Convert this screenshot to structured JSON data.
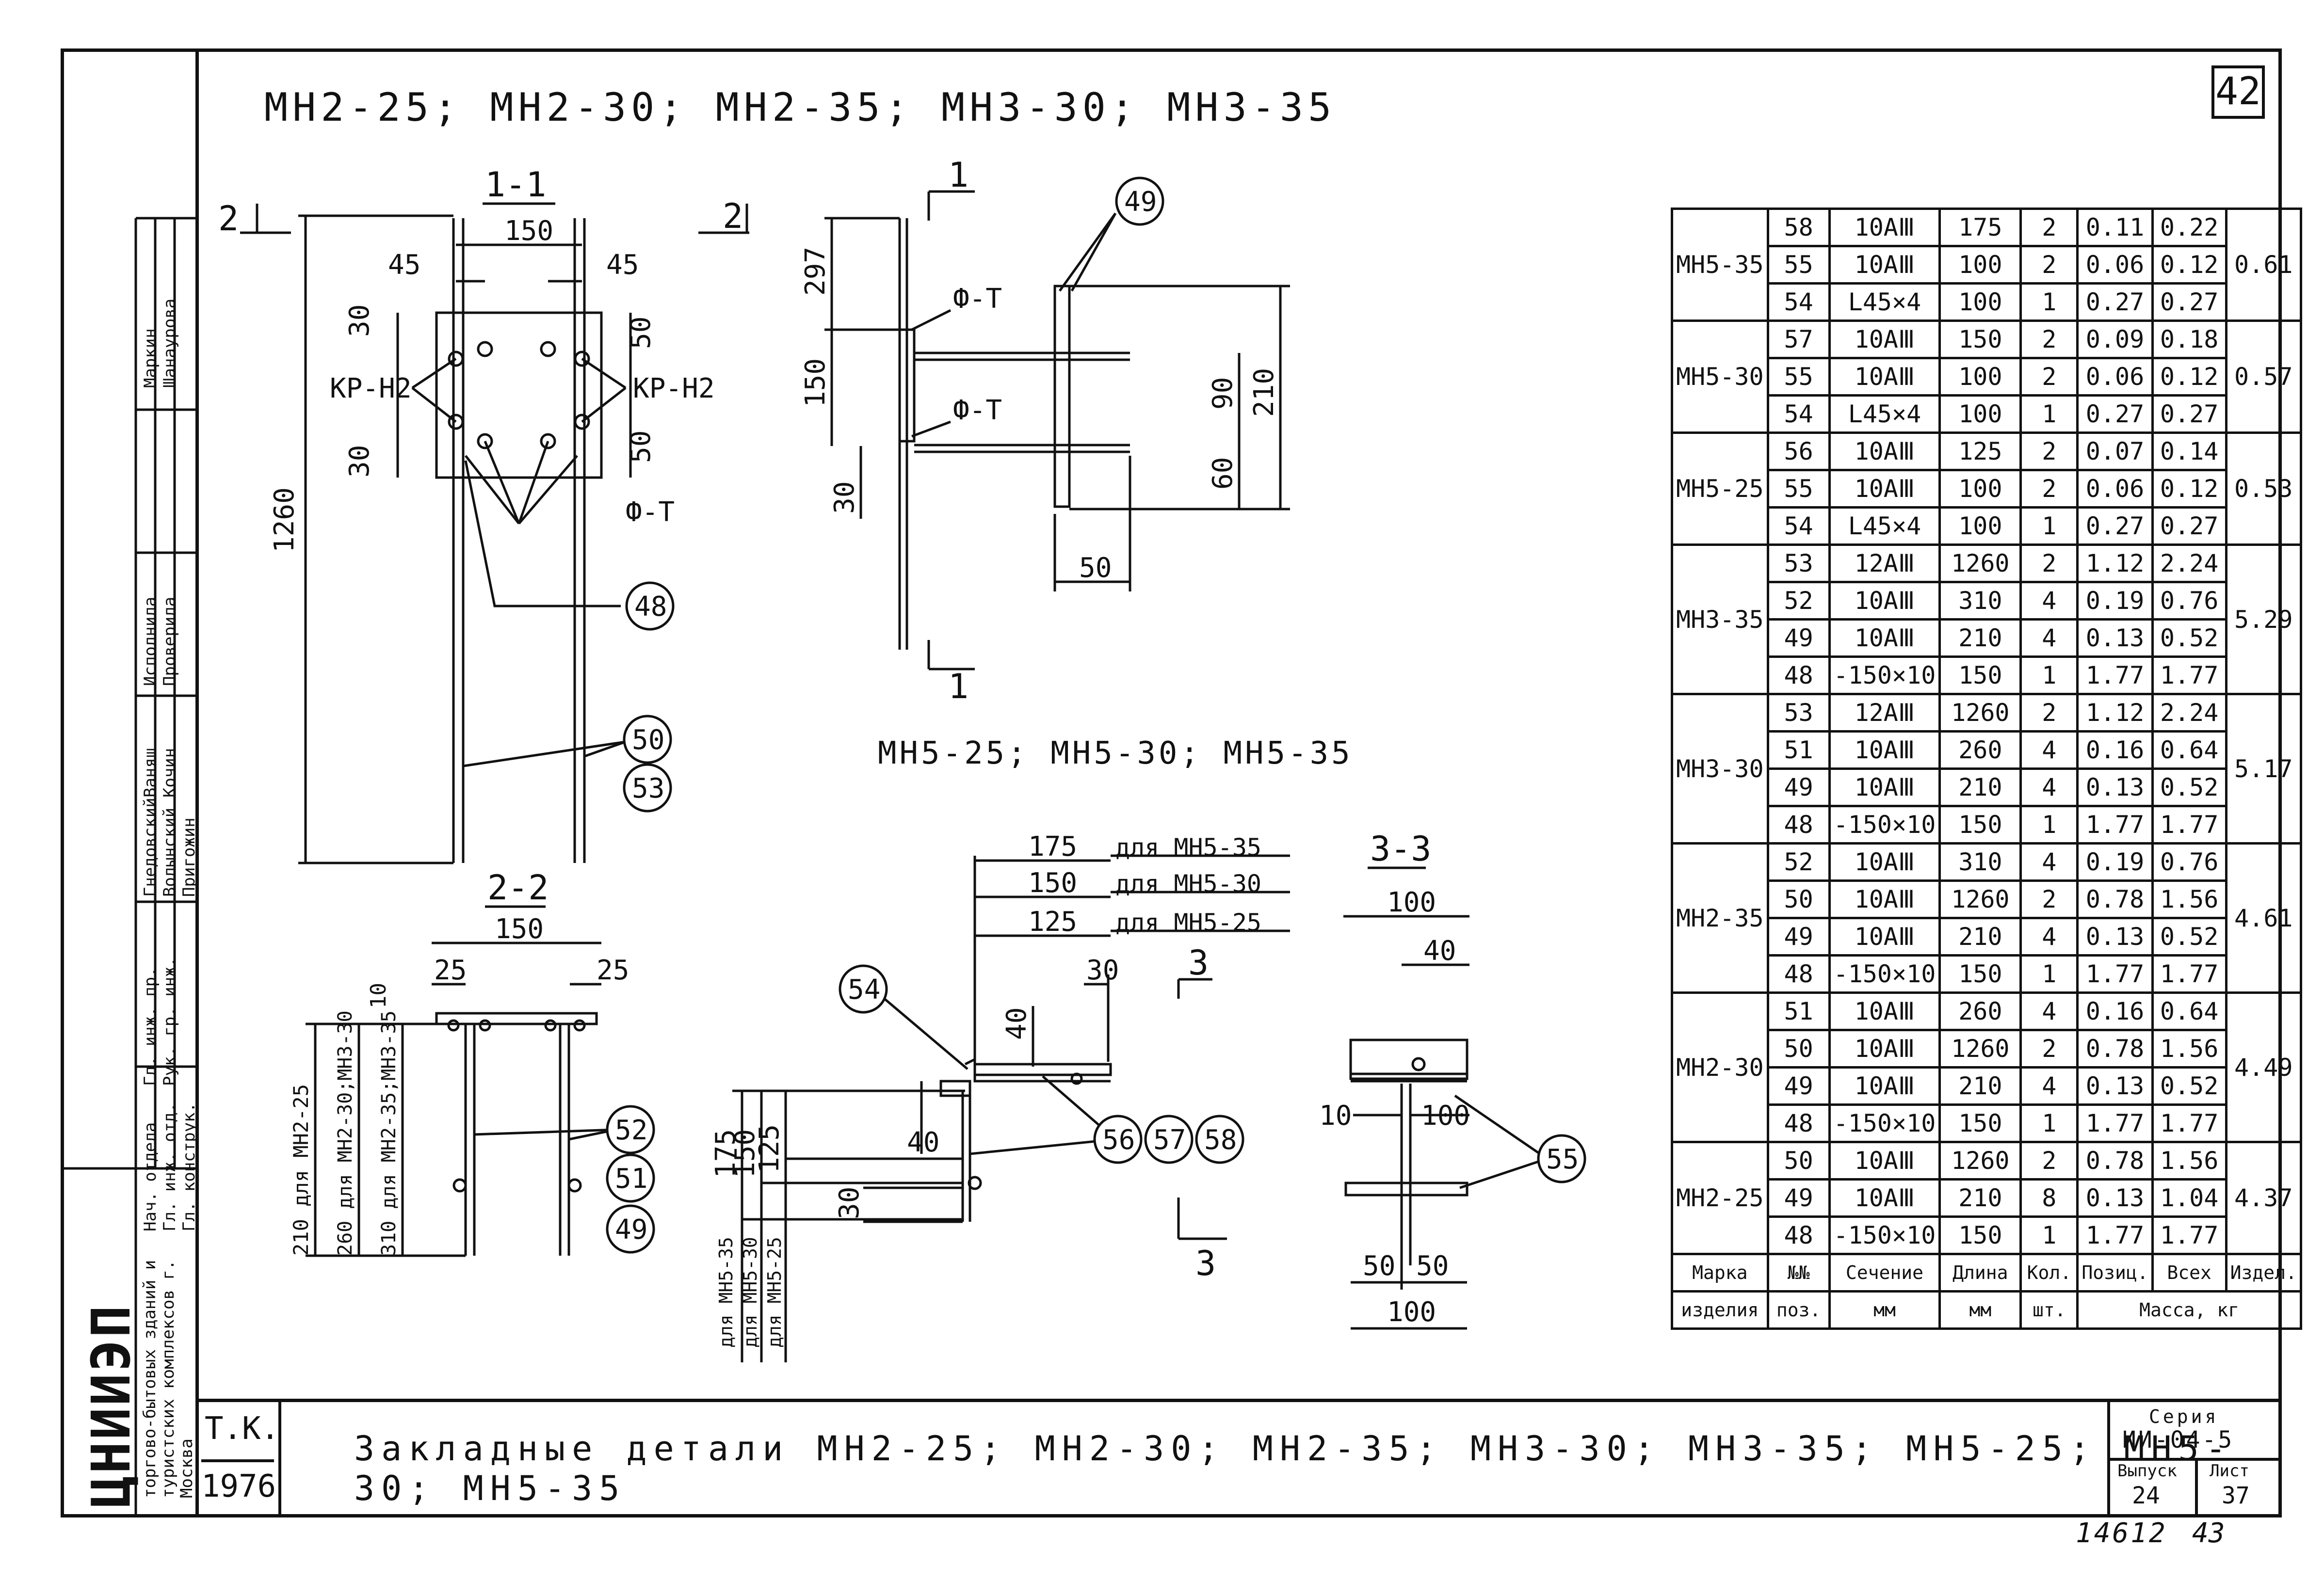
{
  "page_title": "МН2-25; МН2-30; МН2-35; МН3-30; МН3-35",
  "sheet_number": "42",
  "section_labels": {
    "sec_1_1": "1-1",
    "sec_2_2": "2-2",
    "sec_3_3": "3-3",
    "cut_1": "1",
    "cut_2": "2",
    "cut_3": "3"
  },
  "view_1_1": {
    "dims": [
      "150",
      "45",
      "45",
      "30",
      "30",
      "50",
      "50",
      "1260"
    ],
    "labels": [
      "КР-Н2",
      "КР-Н2",
      "Ф-Т"
    ],
    "positions": [
      "48",
      "50",
      "53"
    ]
  },
  "view_side": {
    "dims": [
      "297",
      "150",
      "30",
      "90",
      "60",
      "210",
      "50"
    ],
    "labels": [
      "Ф-Т",
      "Ф-Т"
    ],
    "positions": [
      "49"
    ]
  },
  "mn5_title": "МН5-25; МН5-30; МН5-35",
  "view_2_2": {
    "dims": [
      "150",
      "25",
      "25",
      "10"
    ],
    "vertical_dims": [
      "210 для МН2-25",
      "260 для МН2-30;МН3-30",
      "310 для МН2-35;МН3-35"
    ],
    "positions": [
      "52",
      "51",
      "49"
    ]
  },
  "view_mn5": {
    "horizontal_dims": [
      {
        "value": "175",
        "note": "для МН5-35"
      },
      {
        "value": "150",
        "note": "для МН5-30"
      },
      {
        "value": "125",
        "note": "для МН5-25"
      }
    ],
    "dims": [
      "30",
      "40",
      "40",
      "30"
    ],
    "vertical_dims": [
      "175",
      "150",
      "125"
    ],
    "vertical_notes": [
      "для МН5-35",
      "для МН5-30",
      "для МН5-25"
    ],
    "positions": [
      "54",
      "56",
      "57",
      "58"
    ]
  },
  "view_3_3": {
    "dims": [
      "100",
      "40",
      "10",
      "100",
      "50",
      "50",
      "100"
    ],
    "positions": [
      "55"
    ]
  },
  "spec_table": {
    "headers_top": [
      "Марка",
      "№№",
      "Сечение",
      "Длина",
      "Кол.",
      "Позиц.",
      "Всех",
      "Издел."
    ],
    "headers_bottom": [
      "изделия",
      "поз.",
      "мм",
      "мм",
      "шт.",
      "Масса, кг"
    ],
    "groups": [
      {
        "mark": "МН5-35",
        "total": "0.61",
        "rows": [
          [
            "58",
            "10АⅢ",
            "175",
            "2",
            "0.11",
            "0.22"
          ],
          [
            "55",
            "10АⅢ",
            "100",
            "2",
            "0.06",
            "0.12"
          ],
          [
            "54",
            "L45×4",
            "100",
            "1",
            "0.27",
            "0.27"
          ]
        ]
      },
      {
        "mark": "МН5-30",
        "total": "0.57",
        "rows": [
          [
            "57",
            "10АⅢ",
            "150",
            "2",
            "0.09",
            "0.18"
          ],
          [
            "55",
            "10АⅢ",
            "100",
            "2",
            "0.06",
            "0.12"
          ],
          [
            "54",
            "L45×4",
            "100",
            "1",
            "0.27",
            "0.27"
          ]
        ]
      },
      {
        "mark": "МН5-25",
        "total": "0.53",
        "rows": [
          [
            "56",
            "10АⅢ",
            "125",
            "2",
            "0.07",
            "0.14"
          ],
          [
            "55",
            "10АⅢ",
            "100",
            "2",
            "0.06",
            "0.12"
          ],
          [
            "54",
            "L45×4",
            "100",
            "1",
            "0.27",
            "0.27"
          ]
        ]
      },
      {
        "mark": "МН3-35",
        "total": "5.29",
        "rows": [
          [
            "53",
            "12АⅢ",
            "1260",
            "2",
            "1.12",
            "2.24"
          ],
          [
            "52",
            "10АⅢ",
            "310",
            "4",
            "0.19",
            "0.76"
          ],
          [
            "49",
            "10АⅢ",
            "210",
            "4",
            "0.13",
            "0.52"
          ],
          [
            "48",
            "-150×10",
            "150",
            "1",
            "1.77",
            "1.77"
          ]
        ]
      },
      {
        "mark": "МН3-30",
        "total": "5.17",
        "rows": [
          [
            "53",
            "12АⅢ",
            "1260",
            "2",
            "1.12",
            "2.24"
          ],
          [
            "51",
            "10АⅢ",
            "260",
            "4",
            "0.16",
            "0.64"
          ],
          [
            "49",
            "10АⅢ",
            "210",
            "4",
            "0.13",
            "0.52"
          ],
          [
            "48",
            "-150×10",
            "150",
            "1",
            "1.77",
            "1.77"
          ]
        ]
      },
      {
        "mark": "МН2-35",
        "total": "4.61",
        "rows": [
          [
            "52",
            "10АⅢ",
            "310",
            "4",
            "0.19",
            "0.76"
          ],
          [
            "50",
            "10АⅢ",
            "1260",
            "2",
            "0.78",
            "1.56"
          ],
          [
            "49",
            "10АⅢ",
            "210",
            "4",
            "0.13",
            "0.52"
          ],
          [
            "48",
            "-150×10",
            "150",
            "1",
            "1.77",
            "1.77"
          ]
        ]
      },
      {
        "mark": "МН2-30",
        "total": "4.49",
        "rows": [
          [
            "51",
            "10АⅢ",
            "260",
            "4",
            "0.16",
            "0.64"
          ],
          [
            "50",
            "10АⅢ",
            "1260",
            "2",
            "0.78",
            "1.56"
          ],
          [
            "49",
            "10АⅢ",
            "210",
            "4",
            "0.13",
            "0.52"
          ],
          [
            "48",
            "-150×10",
            "150",
            "1",
            "1.77",
            "1.77"
          ]
        ]
      },
      {
        "mark": "МН2-25",
        "total": "4.37",
        "rows": [
          [
            "50",
            "10АⅢ",
            "1260",
            "2",
            "0.78",
            "1.56"
          ],
          [
            "49",
            "10АⅢ",
            "210",
            "8",
            "0.13",
            "1.04"
          ],
          [
            "48",
            "-150×10",
            "150",
            "1",
            "1.77",
            "1.77"
          ]
        ]
      }
    ]
  },
  "stamp": {
    "org_logo": "ЦНИИЭП",
    "org_name": "торгово-бытовых зданий и туристских комплексов г. Москва",
    "roles": [
      "Нач. отдела",
      "Гл. инж. отд.",
      "Гл. конструк.",
      "Гл. инж. пр.",
      "Рук. гр. инж.",
      "Исполнила",
      "Проверила"
    ],
    "names": [
      "Гнедовский",
      "Волынский",
      "Пригожин",
      "Ваняш",
      "Кочин",
      "Маркин",
      "Шанаурова"
    ]
  },
  "title_block": {
    "tk": "Т.К.",
    "year": "1976",
    "title": "Закладные детали МН2-25; МН2-30; МН2-35; МН3-30; МН3-35; МН5-25; МН5-30; МН5-35",
    "series_label": "Серия",
    "series_code": "ИИ-04-5",
    "issue_label": "Выпуск",
    "issue_value": "24",
    "sheet_label": "Лист",
    "sheet_value": "37"
  },
  "archive_number": "14612",
  "archive_page": "43"
}
